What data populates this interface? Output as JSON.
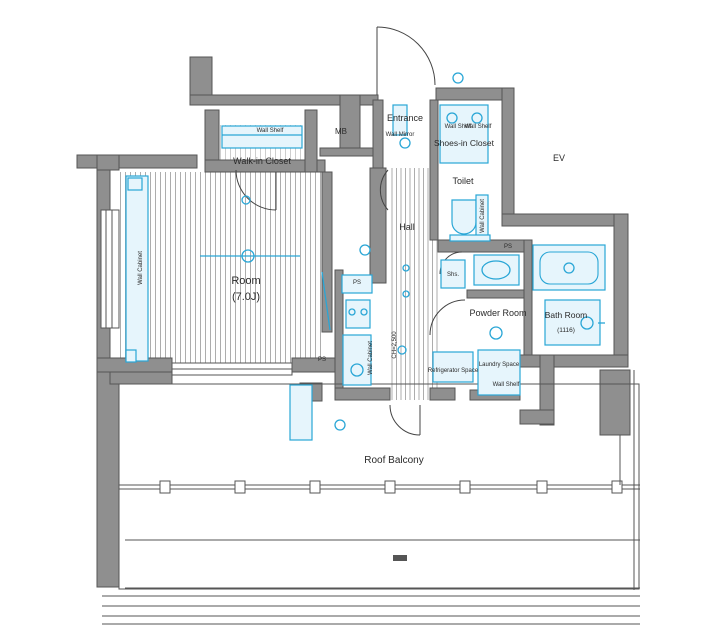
{
  "rooms": {
    "room_name": "Room",
    "room_size": "(7.0J)",
    "walk_in_closet": "Walk-in Closet",
    "mb": "MB",
    "entrance": "Entrance",
    "shoes_in_closet": "Shoes-in Closet",
    "ev": "EV",
    "toilet": "Toilet",
    "hall": "Hall",
    "powder_room": "Powder Room",
    "bath_room": "Bath Room",
    "bath_size": "(1116)",
    "roof_balcony": "Roof Balcony",
    "shs": "Shs.",
    "laundry_space": "Laundry Space",
    "refrigerator_space": "Refrigerator Space"
  },
  "small_labels": {
    "ps_room": "PS",
    "ps_kitchen": "PS",
    "ps_bath": "PS",
    "wall_shelf_wic": "Wall Shelf",
    "wall_shelf_entry": "Wall Shelf",
    "wall_mirror": "Wall Mirror",
    "wall_shelf_closet": "Wall Shelf",
    "wall_cabinet_room": "Wall Cabinet",
    "wall_cabinet_toilet": "Wall Cabinet",
    "wall_cabinet_kitchen": "Wall Cabinet",
    "wall_shelf_laundry": "Wall Shelf",
    "ceiling_height": "CH=2,500"
  },
  "colors": {
    "wall": "#8f8f8f",
    "fixture": "#29a6d6",
    "fixture_fill": "#e6f5fc",
    "floor_line": "#8a8a8a"
  }
}
